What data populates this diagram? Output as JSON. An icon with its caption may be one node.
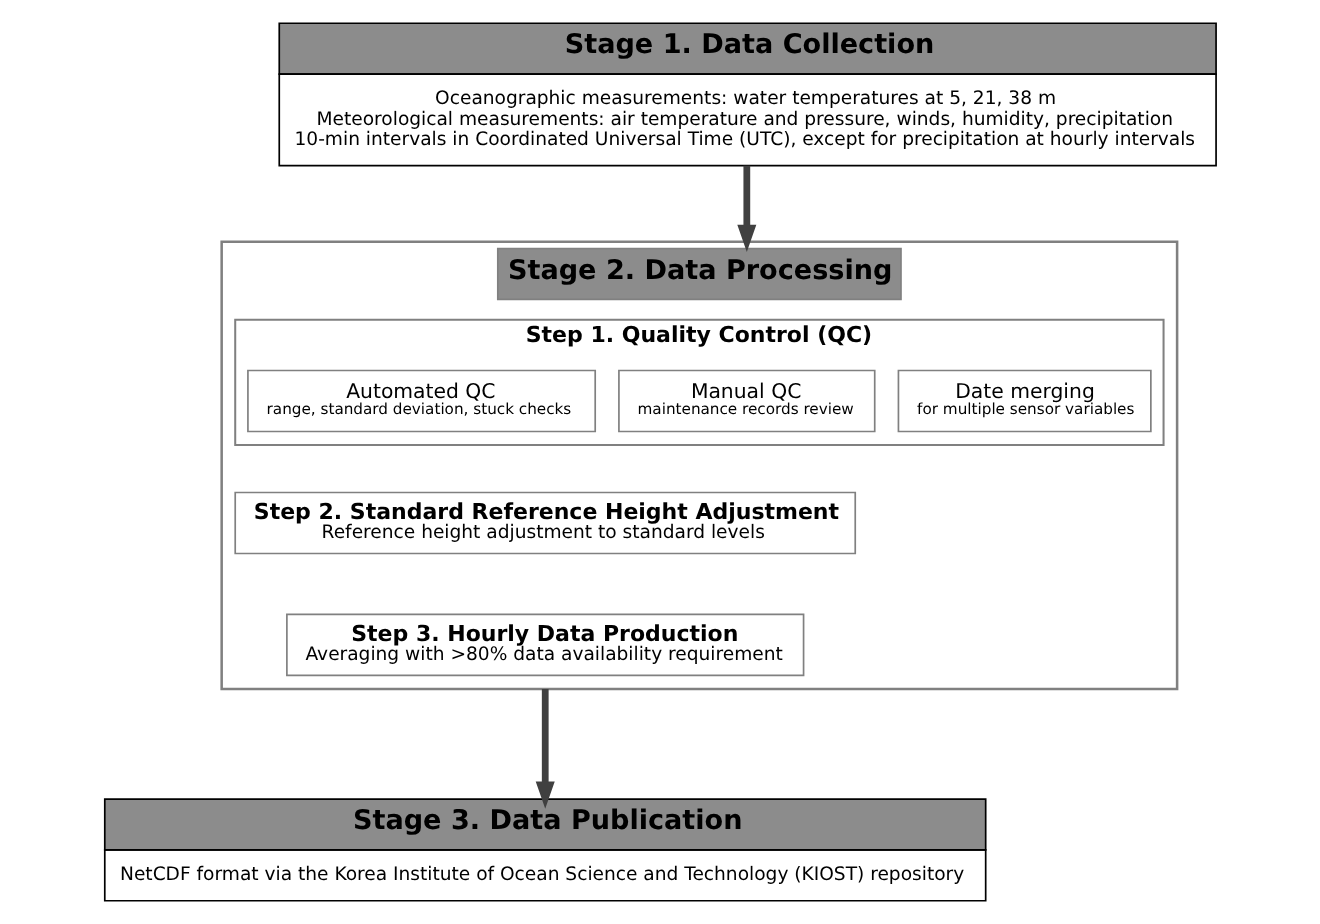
{
  "diagram": {
    "nodes": [
      {
        "text": [
          "Stage 1. Data Collection",
          "Oceanographic measurements: water temperatures at 5, 21, 38 m",
          "Meteorological measurements: air temperature and pressure, winds, humidity, precipitation",
          "10-min intervals in Coordinated Universal Time (UTC), except for precipitation at hourly intervals"
        ]
      },
      {
        "text": [
          "Stage 2. Data Processing"
        ]
      },
      {
        "text": [
          "Step 1. Quality Control (QC)"
        ],
        "in": 1
      },
      {
        "text": [
          "Automated QC",
          "range, standard deviation, stuck checks"
        ],
        "in": 2
      },
      {
        "text": [
          "Manual QC",
          "maintenance records review"
        ],
        "in": 2
      },
      {
        "text": [
          "Date merging",
          "for multiple sensor variables"
        ],
        "in": 2
      },
      {
        "text": [
          "Step 2. Standard Reference Height Adjustment",
          "Reference height adjustment to standard levels"
        ],
        "in": 1
      },
      {
        "text": [
          "Step 3. Hourly Data Production",
          "Averaging with >80% data availability requirement"
        ],
        "in": 1
      },
      {
        "text": [
          "Stage 3. Data Publication",
          "NetCDF format via the Korea Institute of Ocean Science and Technology (KIOST) repository"
        ]
      }
    ],
    "edges": [
      {
        "from": 0,
        "to": 1,
        "arrow": "to"
      },
      {
        "from": 1,
        "to": 8,
        "arrow": "to"
      }
    ]
  }
}
